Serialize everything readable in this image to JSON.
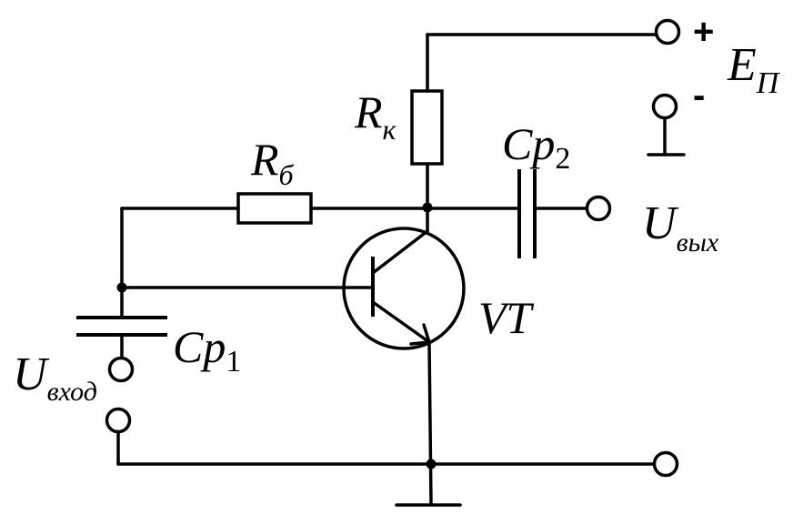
{
  "labels": {
    "r_collector": {
      "main": "R",
      "sub": "к"
    },
    "r_base": {
      "main": "R",
      "sub": "б"
    },
    "c_out": {
      "main": "Cp",
      "sub": "2"
    },
    "c_in": {
      "main": "Cp",
      "sub": "1"
    },
    "transistor": "VT",
    "u_out": {
      "main": "U",
      "sub": "вых"
    },
    "u_in": {
      "main": "U",
      "sub": "вход"
    },
    "supply": {
      "main": "E",
      "sub": "П"
    },
    "plus": "+",
    "minus": "-"
  }
}
